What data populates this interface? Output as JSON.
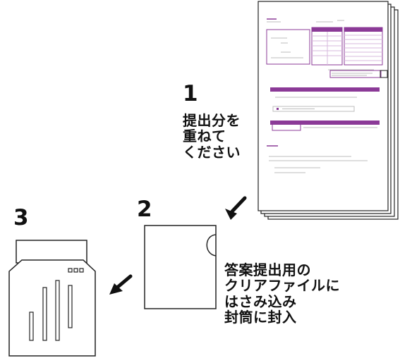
{
  "steps": [
    {
      "number": "1",
      "caption": "提出分を\n重ねて\nください"
    },
    {
      "number": "2",
      "caption": "答案提出用の\nクリアファイルに\nはさみ込み\n封筒に封入"
    },
    {
      "number": "3"
    }
  ],
  "colors": {
    "accent": "#8b3a97",
    "stroke": "#222222",
    "paper": "#ffffff",
    "shadow": "#cfcfcf"
  },
  "icons": [
    "document-stack-icon",
    "clear-file-icon",
    "envelope-icon",
    "arrow-icon"
  ]
}
